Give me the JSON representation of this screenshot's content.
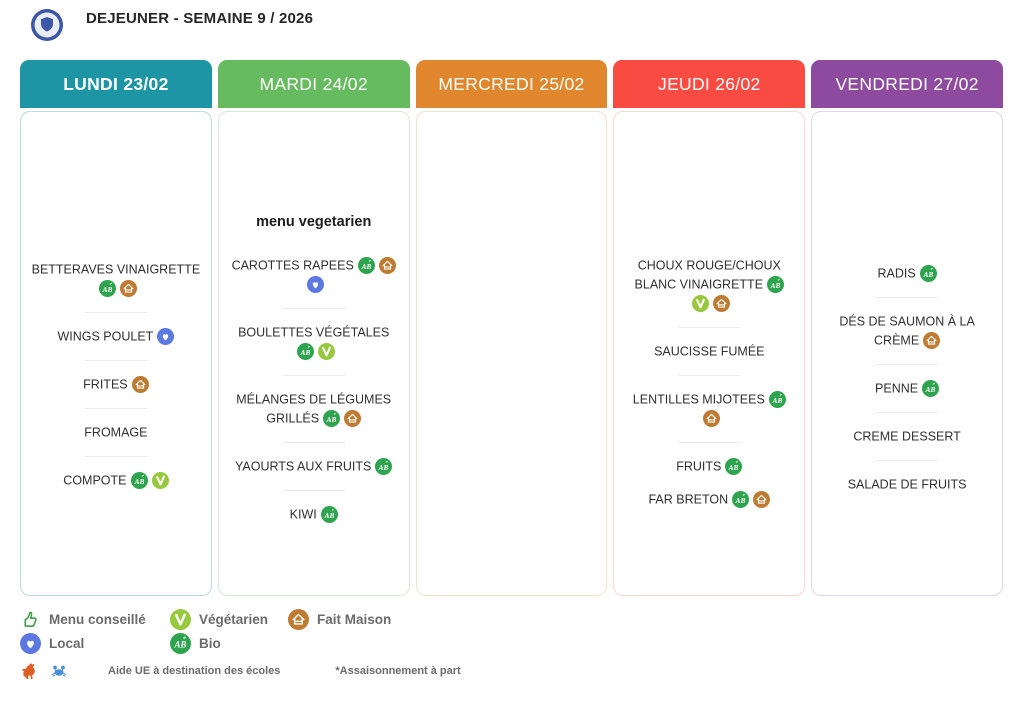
{
  "header": {
    "title": "DEJEUNER - SEMAINE 9 / 2026",
    "logo": "school-crest-logo"
  },
  "badge_colors": {
    "bio": "#2fa44e",
    "vegetarien": "#97c83d",
    "fait-maison": "#bf7b31",
    "local": "#5b78e3"
  },
  "days": [
    {
      "label": "LUNDI 23/02",
      "header_bg": "#1e95a4",
      "body_border": "#b9dbe2",
      "label_bold": true,
      "section_note": "",
      "items": [
        {
          "name": "BETTERAVES VINAIGRETTE",
          "badges": [
            "bio",
            "fait-maison"
          ],
          "divider_after": true
        },
        {
          "name": "WINGS POULET",
          "badges": [
            "local"
          ],
          "divider_after": true
        },
        {
          "name": "FRITES",
          "badges": [
            "fait-maison"
          ],
          "divider_after": true
        },
        {
          "name": "FROMAGE",
          "badges": [],
          "divider_after": true
        },
        {
          "name": "COMPOTE",
          "badges": [
            "bio",
            "vegetarien"
          ],
          "divider_after": false
        }
      ]
    },
    {
      "label": "MARDI 24/02",
      "header_bg": "#67bb5f",
      "body_border": "#d6ead2",
      "label_bold": false,
      "section_note": "menu vegetarien",
      "items": [
        {
          "name": "CAROTTES RAPEES",
          "badges": [
            "bio",
            "fait-maison",
            "local"
          ],
          "divider_after": true
        },
        {
          "name": "BOULETTES VÉGÉTALES",
          "badges": [
            "bio",
            "vegetarien"
          ],
          "divider_after": true
        },
        {
          "name": "MÉLANGES DE LÉGUMES GRILLÉS",
          "badges": [
            "bio",
            "fait-maison"
          ],
          "divider_after": true
        },
        {
          "name": "YAOURTS AUX FRUITS",
          "badges": [
            "bio"
          ],
          "divider_after": true
        },
        {
          "name": "KIWI",
          "badges": [
            "bio"
          ],
          "divider_after": false
        }
      ]
    },
    {
      "label": "MERCREDI 25/02",
      "header_bg": "#e0862c",
      "body_border": "#f2e3cb",
      "label_bold": false,
      "section_note": "",
      "items": []
    },
    {
      "label": "JEUDI 26/02",
      "header_bg": "#f94b42",
      "body_border": "#fbd9d4",
      "label_bold": false,
      "section_note": "",
      "items": [
        {
          "name": "CHOUX ROUGE/CHOUX BLANC VINAIGRETTE",
          "badges": [
            "bio",
            "vegetarien",
            "fait-maison"
          ],
          "divider_after": true
        },
        {
          "name": "SAUCISSE FUMÉE",
          "badges": [],
          "divider_after": true
        },
        {
          "name": "LENTILLES MIJOTEES",
          "badges": [
            "bio",
            "fait-maison"
          ],
          "divider_after": true
        },
        {
          "name": "FRUITS",
          "badges": [
            "bio"
          ],
          "divider_after": false
        },
        {
          "name": "FAR BRETON",
          "badges": [
            "bio",
            "fait-maison"
          ],
          "divider_after": false
        }
      ]
    },
    {
      "label": "VENDREDI 27/02",
      "header_bg": "#8d4a9e",
      "body_border": "#e4d3ea",
      "label_bold": false,
      "section_note": "",
      "items": [
        {
          "name": "RADIS",
          "badges": [
            "bio"
          ],
          "divider_after": true
        },
        {
          "name": "DÉS DE SAUMON À LA CRÈME",
          "badges": [
            "fait-maison"
          ],
          "divider_after": true
        },
        {
          "name": "PENNE",
          "badges": [
            "bio"
          ],
          "divider_after": true
        },
        {
          "name": "CREME DESSERT",
          "badges": [],
          "divider_after": true
        },
        {
          "name": "SALADE DE FRUITS",
          "badges": [],
          "divider_after": false
        }
      ]
    }
  ],
  "legend": {
    "rows": [
      [
        {
          "icon": "menu-conseille",
          "label": "Menu conseillé"
        },
        {
          "icon": "vegetarien",
          "label": "Végétarien"
        },
        {
          "icon": "fait-maison",
          "label": "Fait Maison"
        }
      ],
      [
        {
          "icon": "local",
          "label": "Local"
        },
        {
          "icon": "bio",
          "label": "Bio"
        }
      ]
    ],
    "footnote": {
      "icons": [
        "rooster",
        "eu-crab"
      ],
      "text_left": "Aide UE à destination des écoles",
      "text_right": "*Assaisonnement à part"
    }
  }
}
